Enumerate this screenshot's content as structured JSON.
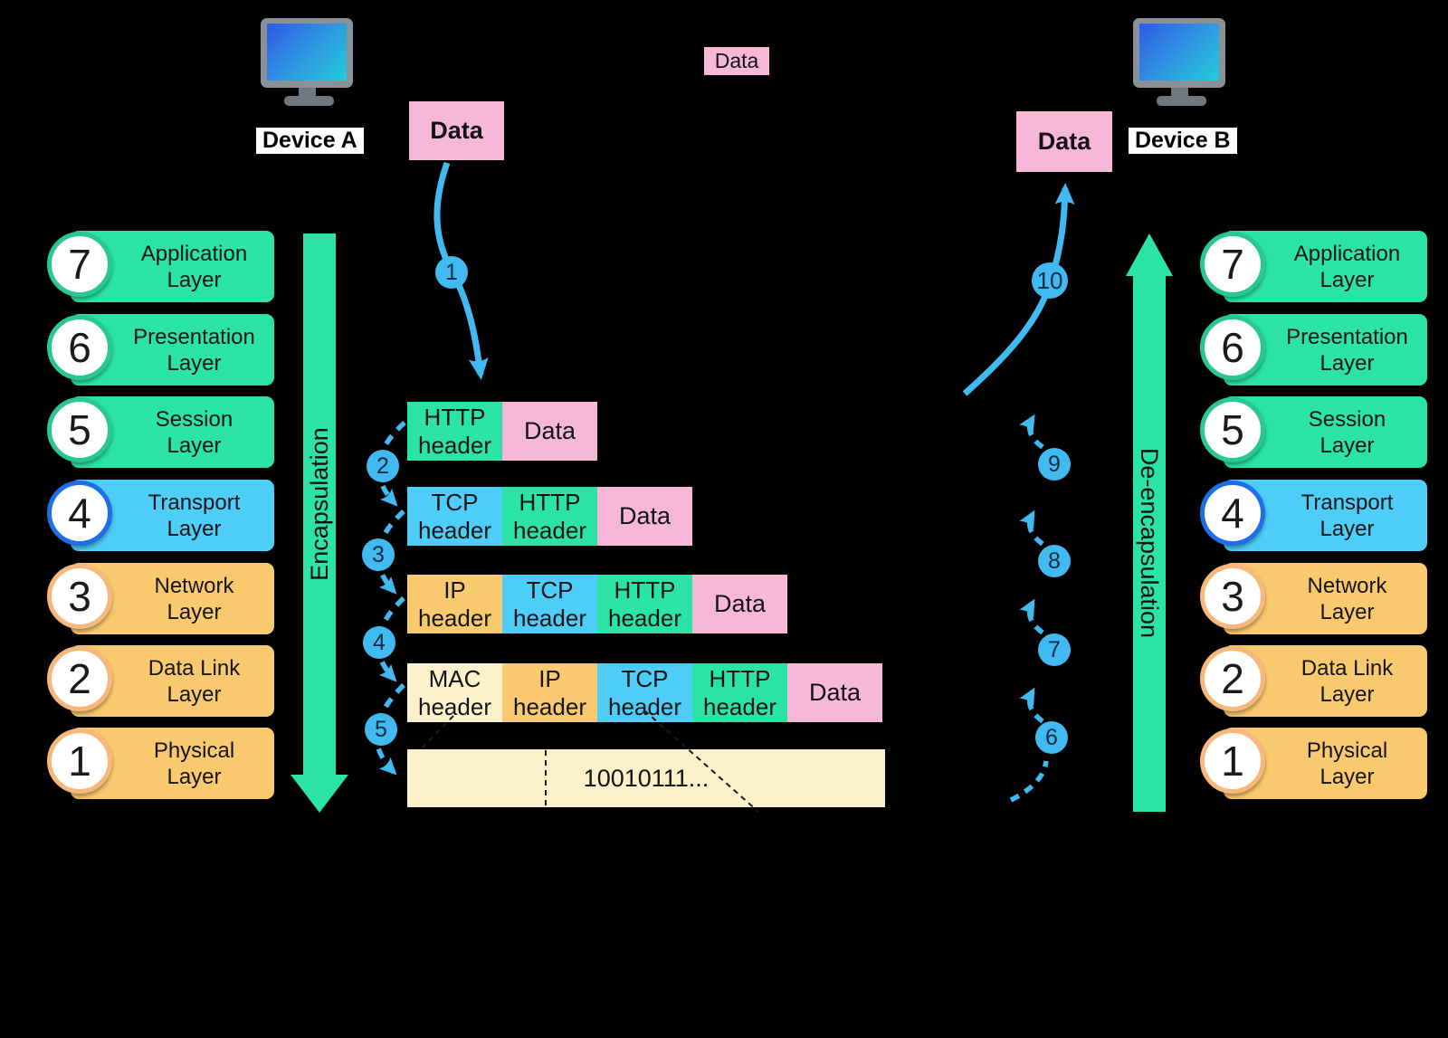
{
  "devices": {
    "left": "Device A",
    "right": "Device B"
  },
  "data_labels": {
    "legend": "Data",
    "source": "Data",
    "destination": "Data"
  },
  "bars": {
    "left": "Encapsulation",
    "right": "De-encapsulation"
  },
  "layers": [
    {
      "num": "7",
      "line1": "Application",
      "line2": "Layer"
    },
    {
      "num": "6",
      "line1": "Presentation",
      "line2": "Layer"
    },
    {
      "num": "5",
      "line1": "Session",
      "line2": "Layer"
    },
    {
      "num": "4",
      "line1": "Transport",
      "line2": "Layer"
    },
    {
      "num": "3",
      "line1": "Network",
      "line2": "Layer"
    },
    {
      "num": "2",
      "line1": "Data Link",
      "line2": "Layer"
    },
    {
      "num": "1",
      "line1": "Physical",
      "line2": "Layer"
    }
  ],
  "steps": [
    "1",
    "2",
    "3",
    "4",
    "5",
    "6",
    "7",
    "8",
    "9",
    "10"
  ],
  "rows": [
    {
      "segments": [
        {
          "line1": "HTTP",
          "line2": "header"
        },
        {
          "line1": "Data"
        }
      ]
    },
    {
      "segments": [
        {
          "line1": "TCP",
          "line2": "header"
        },
        {
          "line1": "HTTP",
          "line2": "header"
        },
        {
          "line1": "Data"
        }
      ]
    },
    {
      "segments": [
        {
          "line1": "IP",
          "line2": "header"
        },
        {
          "line1": "TCP",
          "line2": "header"
        },
        {
          "line1": "HTTP",
          "line2": "header"
        },
        {
          "line1": "Data"
        }
      ]
    },
    {
      "segments": [
        {
          "line1": "MAC",
          "line2": "header"
        },
        {
          "line1": "IP",
          "line2": "header"
        },
        {
          "line1": "TCP",
          "line2": "header"
        },
        {
          "line1": "HTTP",
          "line2": "header"
        },
        {
          "line1": "Data"
        }
      ]
    }
  ],
  "binary": "10010111...",
  "colors": {
    "background": "#000000",
    "layer_green": "#2BE3A7",
    "layer_blue": "#4ECDF8",
    "layer_orange": "#F8C96E",
    "header_cream": "#FCF1CB",
    "data_pink": "#F6B7D9",
    "arrow_blue": "#41BAF1",
    "circle_border_green": "#29C793",
    "circle_border_blue": "#1D6FE8",
    "circle_border_orange": "#F9B87B"
  }
}
